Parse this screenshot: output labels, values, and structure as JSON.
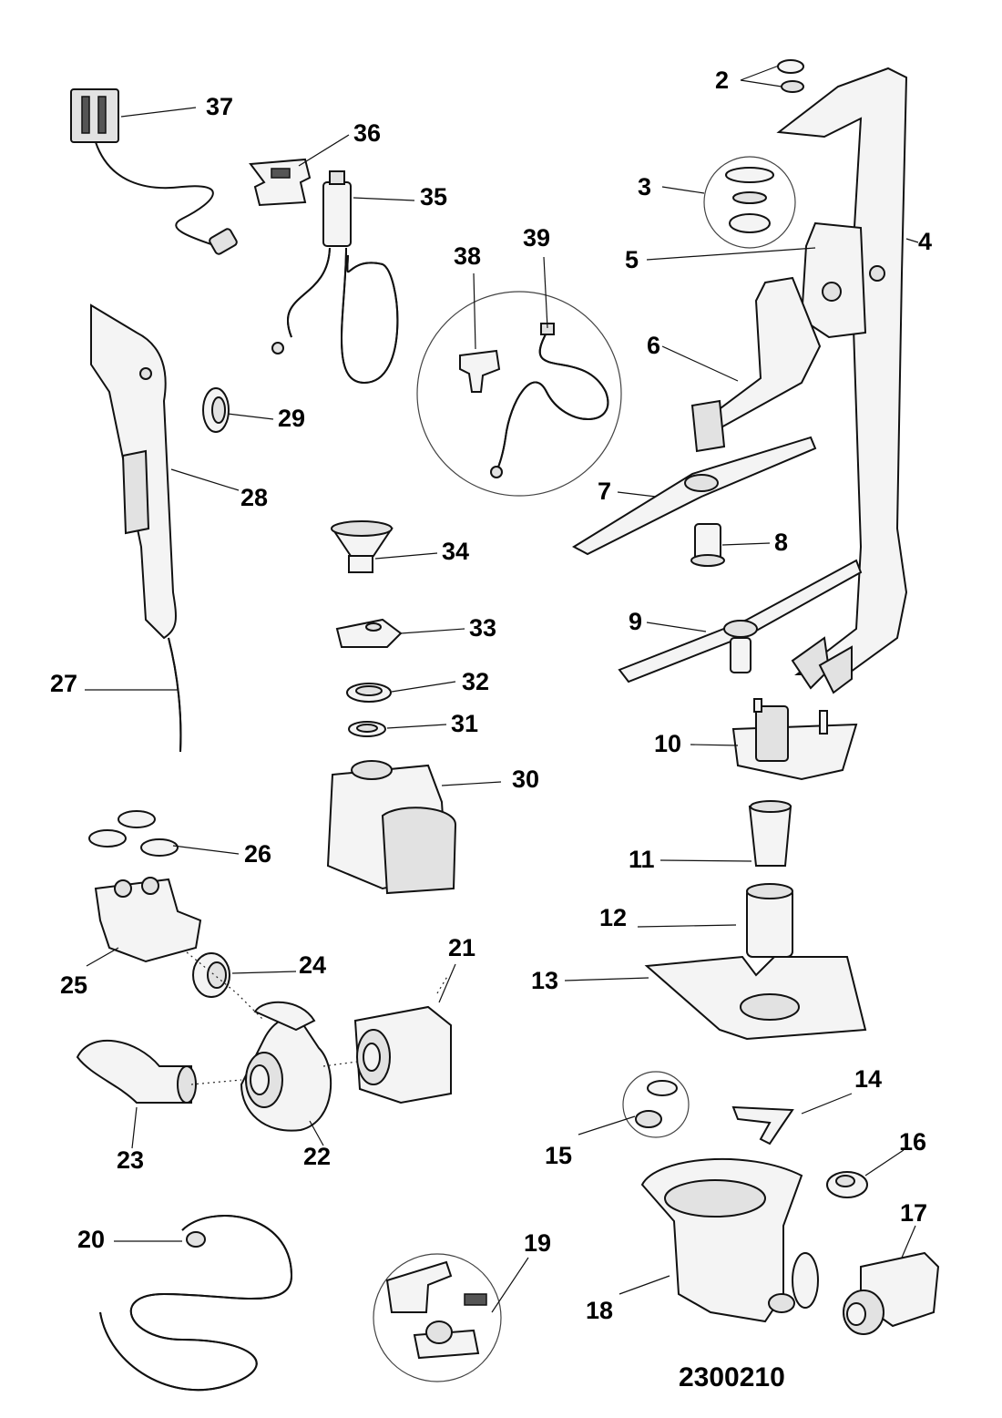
{
  "diagram_code": "2300210",
  "labels": {
    "p2": "2",
    "p3": "3",
    "p4": "4",
    "p5": "5",
    "p6": "6",
    "p7": "7",
    "p8": "8",
    "p9": "9",
    "p10": "10",
    "p11": "11",
    "p12": "12",
    "p13": "13",
    "p14": "14",
    "p15": "15",
    "p16": "16",
    "p17": "17",
    "p18": "18",
    "p19": "19",
    "p20": "20",
    "p21": "21",
    "p22": "22",
    "p23": "23",
    "p24": "24",
    "p25": "25",
    "p26": "26",
    "p27": "27",
    "p28": "28",
    "p29": "29",
    "p30": "30",
    "p31": "31",
    "p32": "32",
    "p33": "33",
    "p34": "34",
    "p35": "35",
    "p36": "36",
    "p37": "37",
    "p38": "38",
    "p39": "39"
  }
}
